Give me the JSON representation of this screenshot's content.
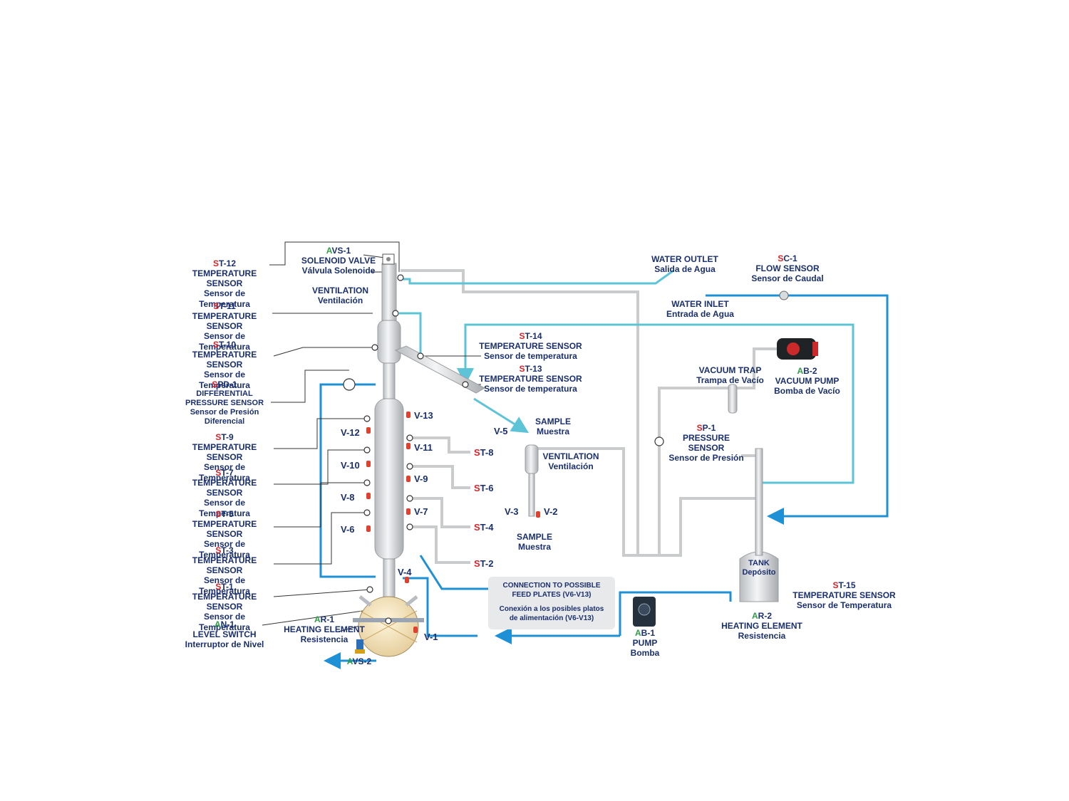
{
  "colors": {
    "label": "#1a2f6e",
    "prefix_sensor": "#d8232a",
    "prefix_actuator": "#2f9e44",
    "pipe_gray": "#c9cbcd",
    "pipe_water": "#1e90d6",
    "pipe_cond": "#5cc4d6"
  },
  "labels": {
    "st12": {
      "p": "S",
      "n": "T-12",
      "en": "TEMPERATURE SENSOR",
      "es": "Sensor de Temperatura"
    },
    "st11": {
      "p": "S",
      "n": "T-11",
      "en": "TEMPERATURE SENSOR",
      "es": "Sensor de Temperatura"
    },
    "st10": {
      "p": "S",
      "n": "T-10",
      "en": "TEMPERATURE SENSOR",
      "es": "Sensor de Temperatura"
    },
    "spd1": {
      "p": "S",
      "n": "PD-1",
      "en1": "DIFFERENTIAL",
      "en2": "PRESSURE SENSOR",
      "es1": "Sensor de Presión",
      "es2": "Diferencial"
    },
    "st9": {
      "p": "S",
      "n": "T-9",
      "en": "TEMPERATURE SENSOR",
      "es": "Sensor de Temperatura"
    },
    "st7": {
      "p": "S",
      "n": "T-7",
      "en": "TEMPERATURE SENSOR",
      "es": "Sensor de Temperatura"
    },
    "st5": {
      "p": "S",
      "n": "T-5",
      "en": "TEMPERATURE SENSOR",
      "es": "Sensor de Temperatura"
    },
    "st3": {
      "p": "S",
      "n": "T-3",
      "en": "TEMPERATURE SENSOR",
      "es": "Sensor de Temperatura"
    },
    "st1": {
      "p": "S",
      "n": "T-1",
      "en": "TEMPERATURE SENSOR",
      "es": "Sensor de Temperatura"
    },
    "an1": {
      "p": "A",
      "n": "N-1",
      "en": "LEVEL SWITCH",
      "es": "Interruptor de Nivel"
    },
    "avs1": {
      "p": "A",
      "n": "VS-1",
      "en": "SOLENOID VALVE",
      "es": "Válvula Solenoide"
    },
    "vent_top": {
      "en": "VENTILATION",
      "es": "Ventilación"
    },
    "st14": {
      "p": "S",
      "n": "T-14",
      "en": "TEMPERATURE SENSOR",
      "es": "Sensor de temperatura"
    },
    "st13": {
      "p": "S",
      "n": "T-13",
      "en": "TEMPERATURE SENSOR",
      "es": "Sensor de temperatura"
    },
    "sample1": {
      "en": "SAMPLE",
      "es": "Muestra"
    },
    "vent2": {
      "en": "VENTILATION",
      "es": "Ventilación"
    },
    "sample2": {
      "en": "SAMPLE",
      "es": "Muestra"
    },
    "water_outlet": {
      "en": "WATER OUTLET",
      "es": "Salida de Agua"
    },
    "water_inlet": {
      "en": "WATER INLET",
      "es": "Entrada de Agua"
    },
    "sc1": {
      "p": "S",
      "n": "C-1",
      "en": "FLOW SENSOR",
      "es": "Sensor de Caudal"
    },
    "vacuum_trap": {
      "en": "VACUUM TRAP",
      "es": "Trampa de Vacío"
    },
    "ab2": {
      "p": "A",
      "n": "B-2",
      "en": "VACUUM PUMP",
      "es": "Bomba de Vacío"
    },
    "sp1": {
      "p": "S",
      "n": "P-1",
      "en": "PRESSURE SENSOR",
      "es": "Sensor de Presión"
    },
    "tank": {
      "en": "TANK",
      "es": "Depósito"
    },
    "st15": {
      "p": "S",
      "n": "T-15",
      "en": "TEMPERATURE SENSOR",
      "es": "Sensor de Temperatura"
    },
    "ar2": {
      "p": "A",
      "n": "R-2",
      "en": "HEATING ELEMENT",
      "es": "Resistencia"
    },
    "ab1": {
      "p": "A",
      "n": "B-1",
      "en": "PUMP",
      "es": "Bomba"
    },
    "ar1": {
      "p": "A",
      "n": "R-1",
      "en": "HEATING ELEMENT",
      "es": "Resistencia"
    },
    "avs2": {
      "p": "A",
      "n": "VS-2"
    },
    "feed": {
      "en1": "CONNECTION TO POSSIBLE",
      "en2": "FEED PLATES (V6-V13)",
      "es1": "Conexión a los posibles platos",
      "es2": "de alimentación (V6-V13)"
    }
  },
  "column_tags": {
    "st8": {
      "p": "S",
      "n": "T-8"
    },
    "st6": {
      "p": "S",
      "n": "T-6"
    },
    "st4": {
      "p": "S",
      "n": "T-4"
    },
    "st2": {
      "p": "S",
      "n": "T-2"
    }
  },
  "valves": {
    "v13": "V-13",
    "v12": "V-12",
    "v11": "V-11",
    "v10": "V-10",
    "v9": "V-9",
    "v8": "V-8",
    "v7": "V-7",
    "v6": "V-6",
    "v5": "V-5",
    "v4": "V-4",
    "v3": "V-3",
    "v2": "V-2",
    "v1": "V-1"
  }
}
